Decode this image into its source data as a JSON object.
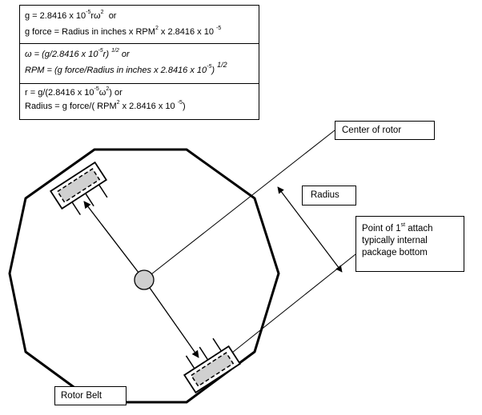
{
  "formulas": {
    "g_line1": "g = 2.8416 x 10",
    "g_exp1": "-5",
    "g_mid": "rω",
    "g_exp2": "2",
    "g_or": "or",
    "g_line2": "g force = Radius in inches x RPM",
    "g_exp3": "2",
    "g_line2b": "x 2.8416 x 10",
    "g_exp4": "-5",
    "w_line1": "ω = (g/2.8416 x 10",
    "w_exp1": "-5",
    "w_line1b": "r)",
    "w_exp2": "1/2",
    "w_or": "or",
    "w_line2": "RPM = (g force/Radius in inches x 2.8416 x 10",
    "w_exp3": "-5",
    "w_line2b": ")",
    "w_exp4": "1/2",
    "r_line1": "r = g/(2.8416 x 10",
    "r_exp1": "-5",
    "r_mid": "ω",
    "r_exp2": "2",
    "r_line1b": ")  or",
    "r_line2": "Radius = g force/( RPM",
    "r_exp3": "2",
    "r_line2b": "x 2.8416 x 10",
    "r_exp4": "-5",
    "r_line2c": ")"
  },
  "labels": {
    "center_of_rotor": "Center of rotor",
    "radius": "Radius",
    "attach_line1": "Point of 1",
    "attach_sup": "st",
    "attach_line1b": " attach",
    "attach_line2": "typically internal",
    "attach_line3": "package bottom",
    "rotor_belt": "Rotor Belt"
  }
}
